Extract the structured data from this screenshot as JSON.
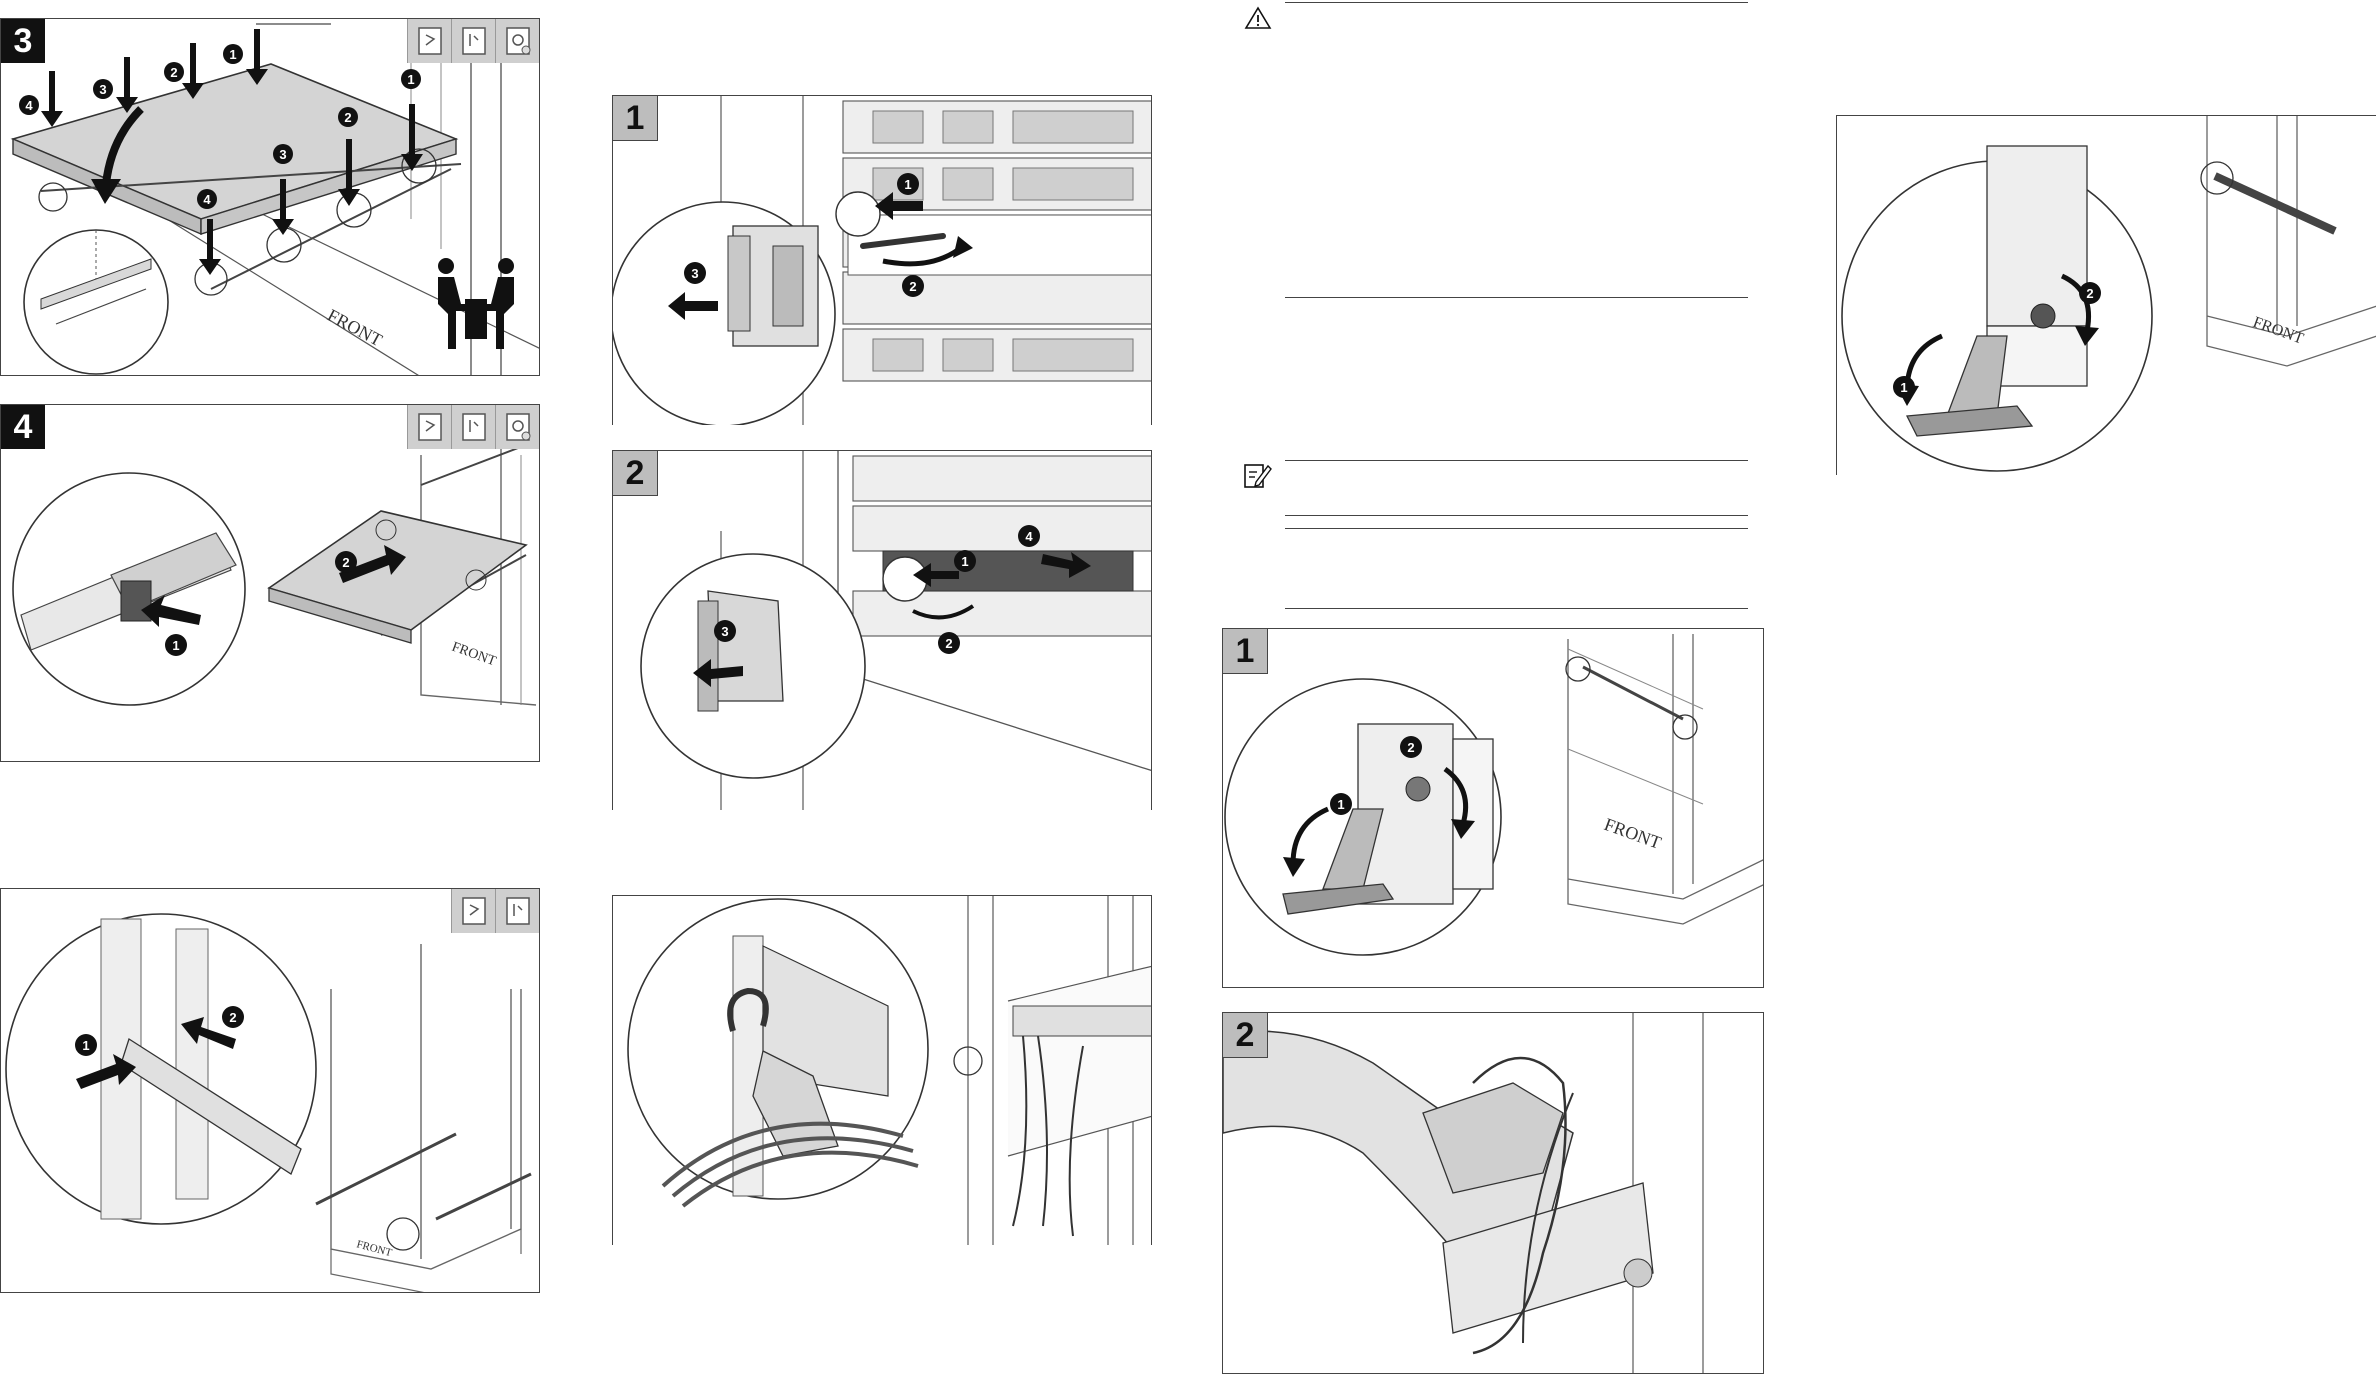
{
  "steps": {
    "p3": "3",
    "p4": "4",
    "m1": "1",
    "m2": "2",
    "r1": "1",
    "r2": "2"
  },
  "labels": {
    "front": "FRONT"
  },
  "callouts": {
    "one": "1",
    "two": "2",
    "three": "3",
    "four": "4"
  },
  "icons": {
    "caution": "caution-triangle-icon",
    "note": "note-pencil-icon",
    "tool": "rack-tool-icon"
  },
  "colors": {
    "frame": "#444444",
    "step_dark": "#111111",
    "step_light": "#bdbdbd",
    "toolbar": "#cfcfcf",
    "server": "#d4d4d4"
  }
}
